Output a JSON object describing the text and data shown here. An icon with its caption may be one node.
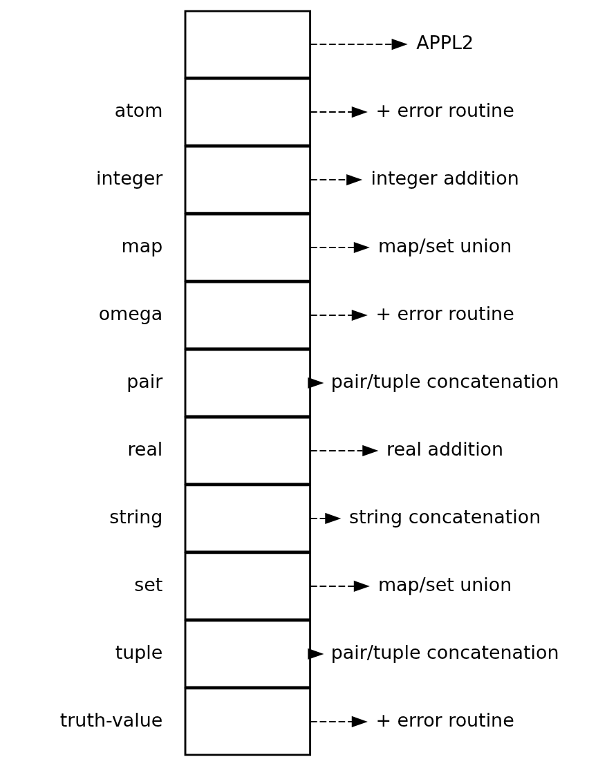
{
  "diagram": {
    "nodes": [
      {
        "text": [],
        "shape": "box"
      },
      {
        "text": [
          "APPL2"
        ]
      },
      {
        "text": [],
        "shape": "box",
        "beside": [
          "atom"
        ]
      },
      {
        "text": [
          "+ error routine"
        ]
      },
      {
        "text": [],
        "shape": "box",
        "beside": [
          "integer"
        ]
      },
      {
        "text": [
          "integer addition"
        ]
      },
      {
        "text": [],
        "shape": "box",
        "beside": [
          "map"
        ]
      },
      {
        "text": [
          "map/set union"
        ]
      },
      {
        "text": [],
        "shape": "box",
        "beside": [
          "omega"
        ]
      },
      {
        "text": [
          "+ error routine"
        ]
      },
      {
        "text": [],
        "shape": "box",
        "beside": [
          "pair"
        ]
      },
      {
        "text": [
          "pair/tuple concatenation"
        ]
      },
      {
        "text": [],
        "shape": "box",
        "beside": [
          "real"
        ]
      },
      {
        "text": [
          "real addition"
        ]
      },
      {
        "text": [],
        "shape": "box",
        "beside": [
          "string"
        ]
      },
      {
        "text": [
          "string concatenation"
        ]
      },
      {
        "text": [],
        "shape": "box",
        "beside": [
          "set"
        ]
      },
      {
        "text": [
          "map/set union"
        ]
      },
      {
        "text": [],
        "shape": "box",
        "beside": [
          "tuple"
        ]
      },
      {
        "text": [
          "pair/tuple concatenation"
        ]
      },
      {
        "text": [],
        "shape": "box",
        "beside": [
          "truth-value"
        ]
      },
      {
        "text": [
          "+ error routine"
        ]
      }
    ],
    "edges": [
      {
        "from": 0,
        "to": 1,
        "arrow": "to",
        "style": "dashed"
      },
      {
        "from": 2,
        "to": 3,
        "arrow": "to",
        "style": "dashed"
      },
      {
        "from": 4,
        "to": 5,
        "arrow": "to",
        "style": "dashed"
      },
      {
        "from": 6,
        "to": 7,
        "arrow": "to",
        "style": "dashed"
      },
      {
        "from": 8,
        "to": 9,
        "arrow": "to",
        "style": "dashed"
      },
      {
        "from": 10,
        "to": 11,
        "arrow": "to",
        "style": "dashed"
      },
      {
        "from": 12,
        "to": 13,
        "arrow": "to",
        "style": "dashed"
      },
      {
        "from": 14,
        "to": 15,
        "arrow": "to",
        "style": "dashed"
      },
      {
        "from": 16,
        "to": 17,
        "arrow": "to",
        "style": "dashed"
      },
      {
        "from": 18,
        "to": 19,
        "arrow": "to",
        "style": "dashed"
      },
      {
        "from": 20,
        "to": 21,
        "arrow": "to",
        "style": "dashed"
      }
    ]
  }
}
